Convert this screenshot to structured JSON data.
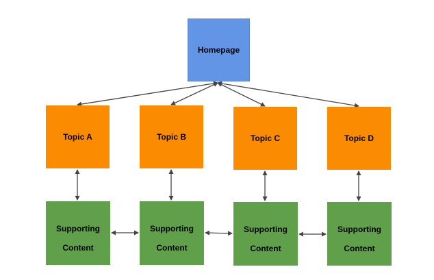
{
  "homepage": {
    "label": "Homepage",
    "color": "#6395e6"
  },
  "topics": [
    {
      "label": "Topic A"
    },
    {
      "label": "Topic B"
    },
    {
      "label": "Topic C"
    },
    {
      "label": "Topic D"
    }
  ],
  "topic_color": "#fb8b00",
  "supporting": [
    {
      "line1": "Supporting",
      "line2": "Content"
    },
    {
      "line1": "Supporting",
      "line2": "Content"
    },
    {
      "line1": "Supporting",
      "line2": "Content"
    },
    {
      "line1": "Supporting",
      "line2": "Content"
    }
  ],
  "supporting_color": "#60a04a",
  "connector_color": "#444444"
}
